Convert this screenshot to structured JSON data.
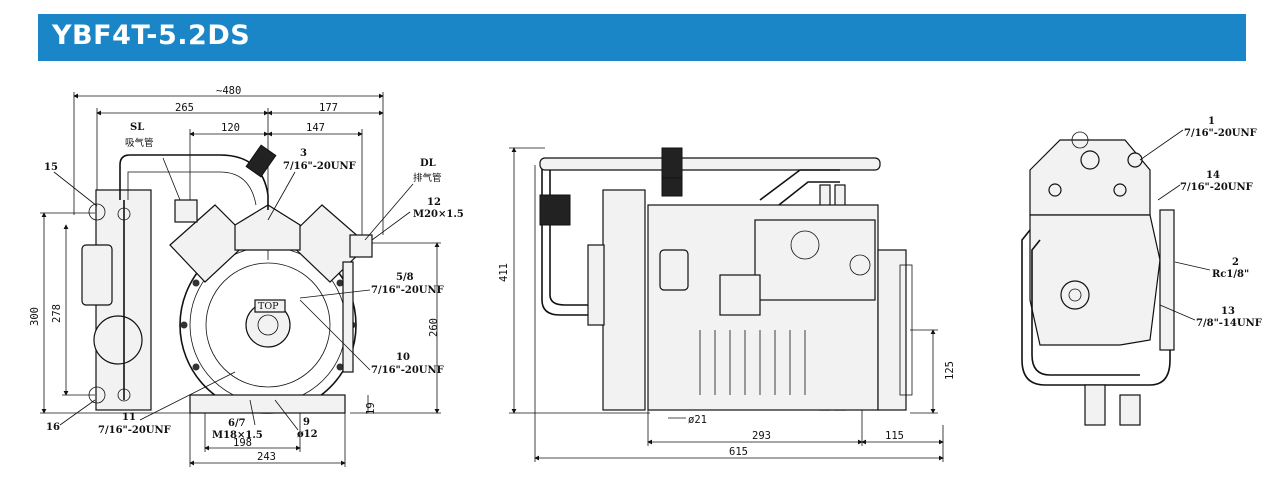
{
  "header": {
    "title": "YBF4T-5.2DS",
    "color": "#1a86c7"
  },
  "left_view": {
    "dims": {
      "overall_width": "~480",
      "d265": "265",
      "d177": "177",
      "d120": "120",
      "d147": "147",
      "height300": "300",
      "height278": "278",
      "height260": "260",
      "d19": "19",
      "d198": "198",
      "d243": "243"
    },
    "callouts": {
      "sl_title": "SL",
      "sl_sub": "吸气管",
      "c3_num": "3",
      "c3_spec": "7/16\"-20UNF",
      "dl_title": "DL",
      "dl_sub": "排气管",
      "c12_num": "12",
      "c12_spec": "M20×1.5",
      "c15": "15",
      "c58_num": "5/8",
      "c58_spec": "7/16\"-20UNF",
      "c10_num": "10",
      "c10_spec": "7/16\"-20UNF",
      "c11_num": "11",
      "c11_spec": "7/16\"-20UNF",
      "c16": "16",
      "c67_num": "6/7",
      "c67_spec": "M18×1.5",
      "c9_num": "9",
      "c9_spec": "ø12",
      "top_mark": "TOP"
    }
  },
  "middle_view": {
    "dims": {
      "height411": "411",
      "d293": "293",
      "d115": "115",
      "d615": "615",
      "d125": "125",
      "d21": "ø21"
    }
  },
  "right_view": {
    "callouts": {
      "c1_num": "1",
      "c1_spec": "7/16\"-20UNF",
      "c14_num": "14",
      "c14_spec": "7/16\"-20UNF",
      "c2_num": "2",
      "c2_spec": "Rc1/8\"",
      "c13_num": "13",
      "c13_spec": "7/8\"-14UNF"
    }
  }
}
